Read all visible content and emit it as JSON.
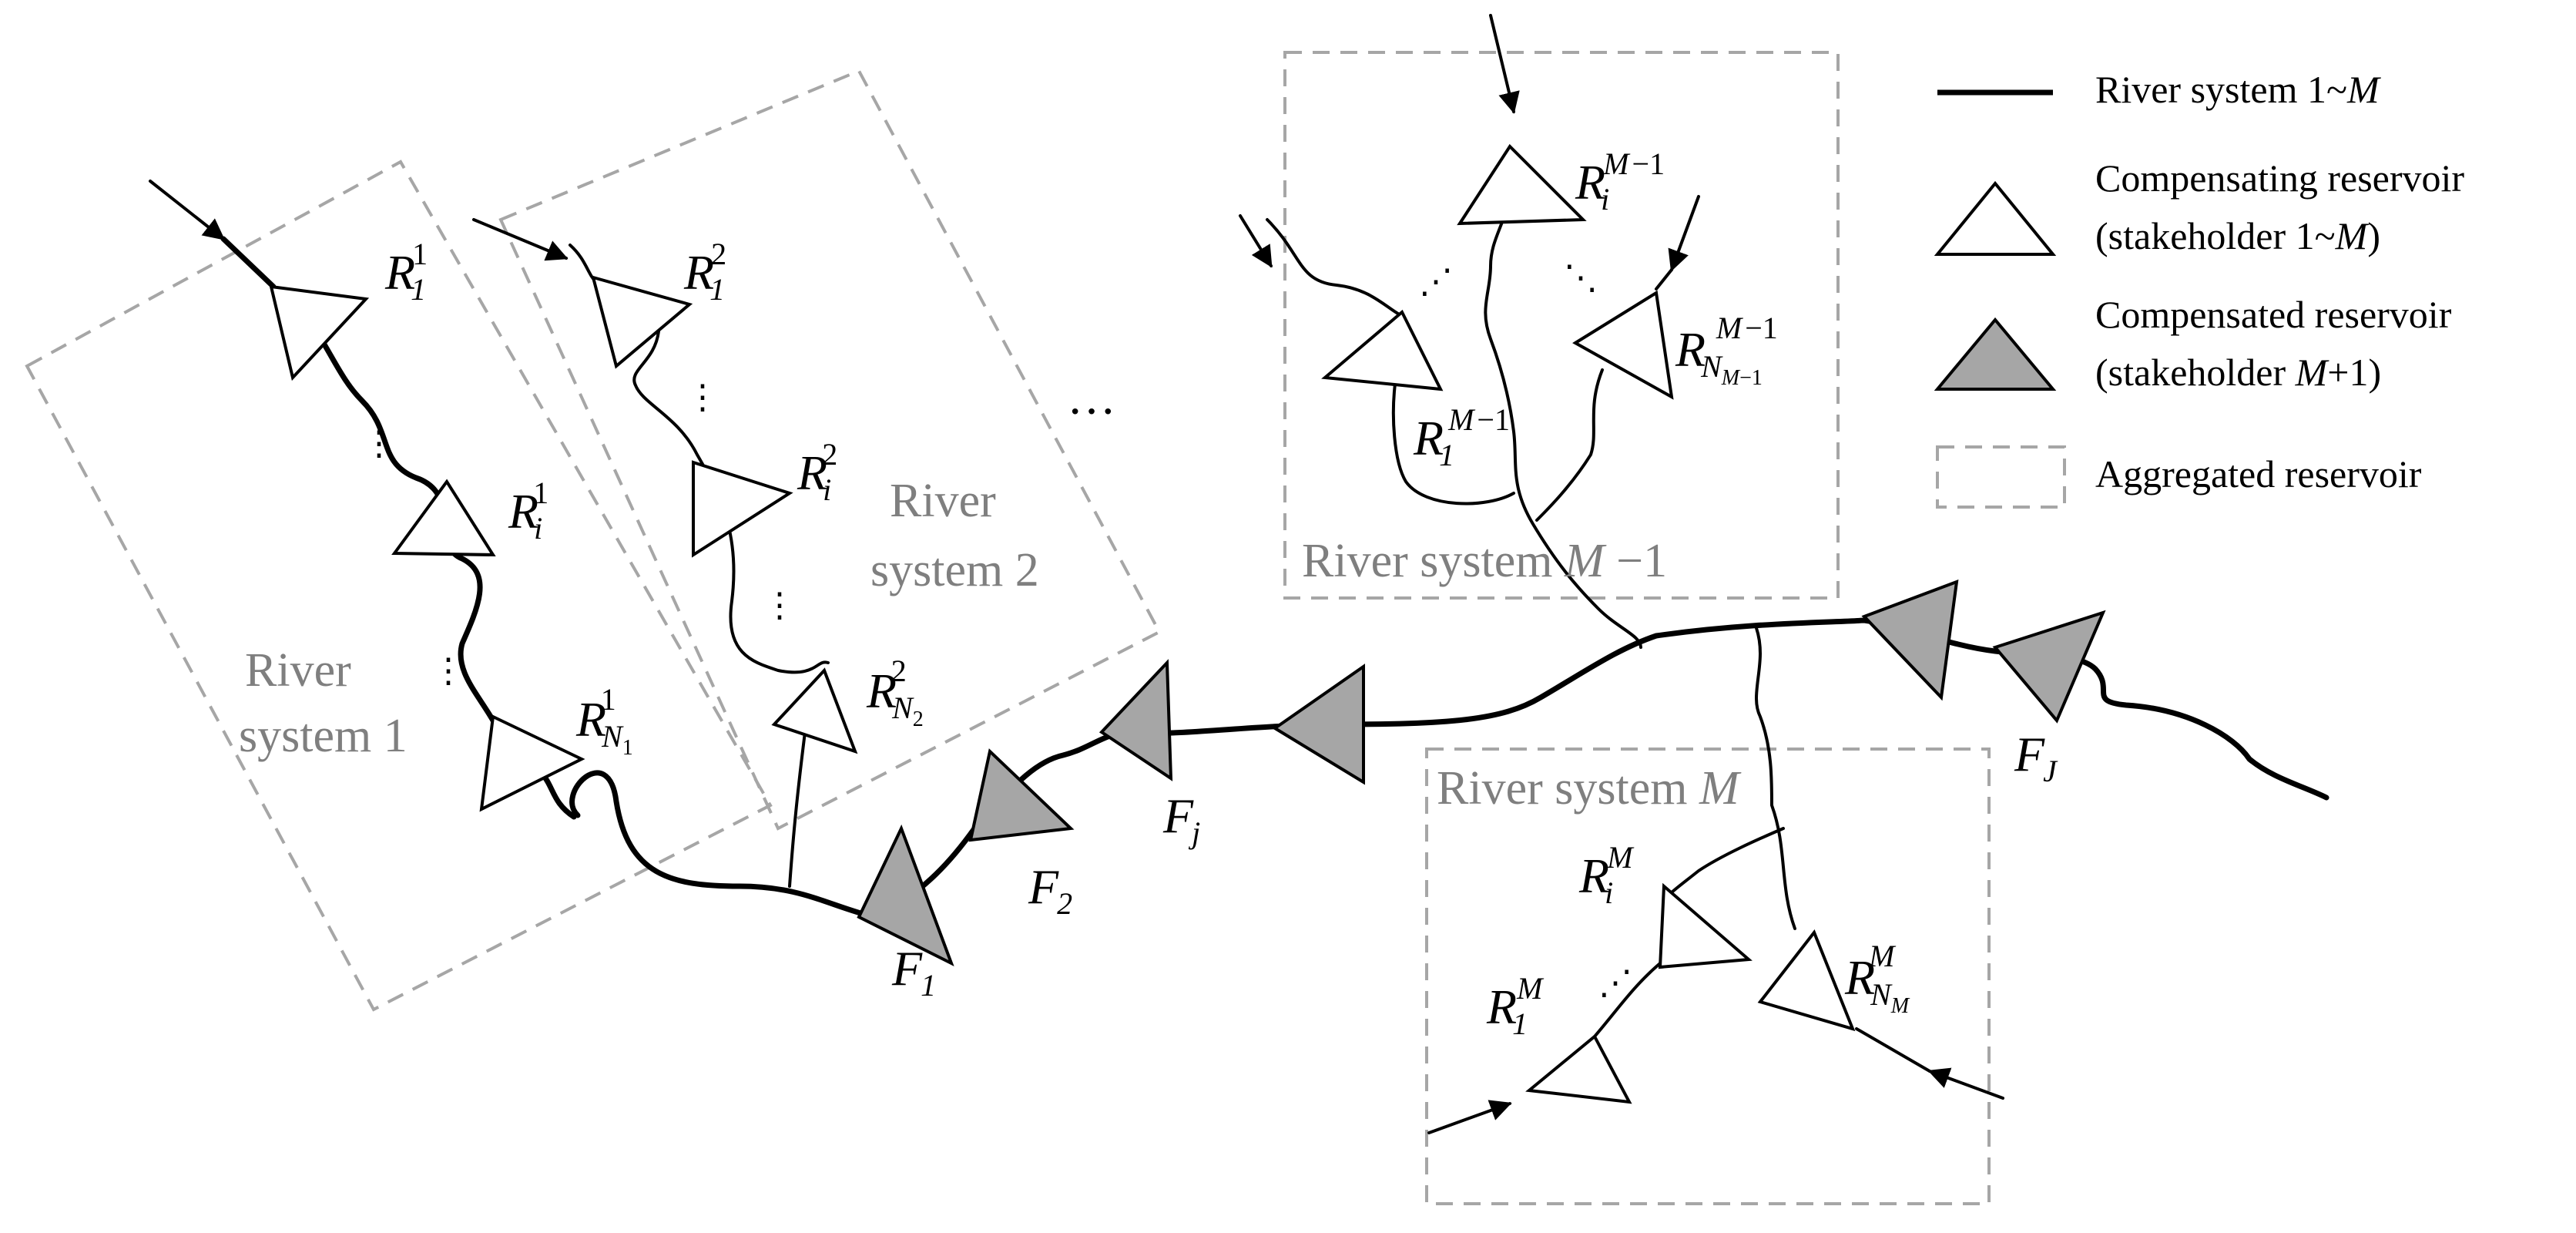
{
  "regions": {
    "rs1": "River\nsystem 1",
    "rs2": "River\nsystem 2",
    "rsM1": "River system M −1",
    "rsM": "River system M"
  },
  "reservoir_labels": {
    "R1_1": {
      "base": "R",
      "sub": "1",
      "sup": "1"
    },
    "Ri_1": {
      "base": "R",
      "sub": "i",
      "sup": "1"
    },
    "RN1_1": {
      "base": "R",
      "sub": "N",
      "subsub": "1",
      "sup": "1"
    },
    "R1_2": {
      "base": "R",
      "sub": "1",
      "sup": "2"
    },
    "Ri_2": {
      "base": "R",
      "sub": "i",
      "sup": "2"
    },
    "RN2_2": {
      "base": "R",
      "sub": "N",
      "subsub": "2",
      "sup": "2"
    },
    "Ri_M1": {
      "base": "R",
      "sub": "i",
      "sup": "M −1"
    },
    "R1_M1": {
      "base": "R",
      "sub": "1",
      "sup": "M −1"
    },
    "RNM1_M1": {
      "base": "R",
      "sub": "N",
      "subsub": "M −1",
      "sup": "M −1"
    },
    "Ri_M": {
      "base": "R",
      "sub": "i",
      "sup": "M"
    },
    "R1_M": {
      "base": "R",
      "sub": "1",
      "sup": "M"
    },
    "RNM_M": {
      "base": "R",
      "sub": "N",
      "subsub": "M",
      "sup": "M"
    },
    "F1": {
      "base": "F",
      "sub": "1"
    },
    "F2": {
      "base": "F",
      "sub": "2"
    },
    "Fj": {
      "base": "F",
      "sub": "j"
    },
    "FJ": {
      "base": "F",
      "sub": "J"
    }
  },
  "ellipsis": {
    "vertical": "⋮",
    "diagonal": "⋰",
    "diagonal_down": "⋱",
    "horizontal": "···"
  },
  "legend": {
    "river": "River system 1~M",
    "compensating_line1": "Compensating reservoir",
    "compensating_line2": "(stakeholder 1~M)",
    "compensated_line1": "Compensated reservoir",
    "compensated_line2": "(stakeholder M+1)",
    "aggregated": "Aggregated reservoir"
  },
  "colors": {
    "compensated_fill": "#a6a6a6",
    "box_stroke": "#a6a6a6",
    "region_text": "#7f7f7f"
  }
}
